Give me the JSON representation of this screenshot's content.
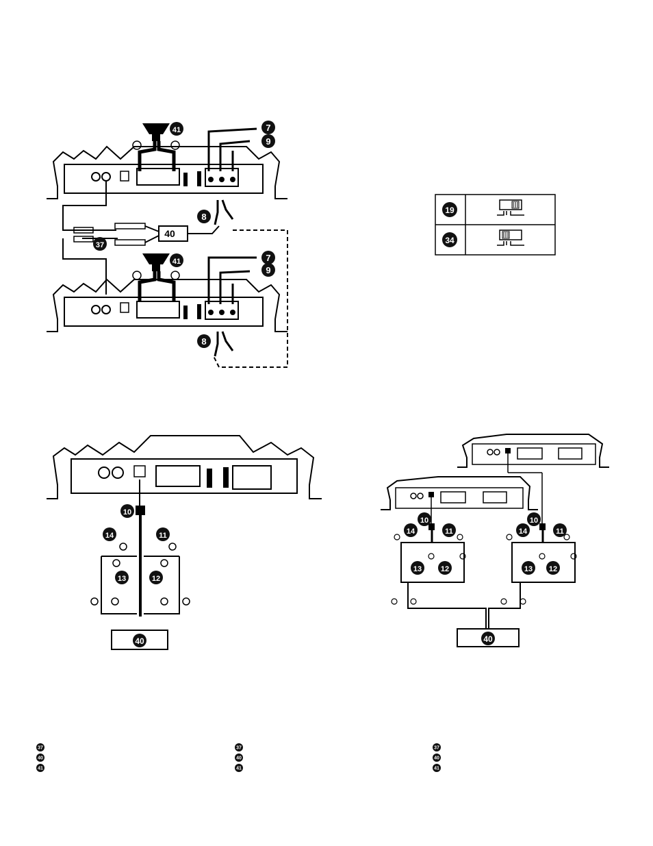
{
  "colors": {
    "ink": "#000000",
    "paper": "#ffffff",
    "badge": "#111111",
    "wire": "#8a8a8a"
  },
  "diagram_top": {
    "callouts": [
      {
        "id": "c41a",
        "label": "41"
      },
      {
        "id": "c7a",
        "label": "7"
      },
      {
        "id": "c9a",
        "label": "9"
      },
      {
        "id": "c8a",
        "label": "8"
      },
      {
        "id": "c40a",
        "label": "40"
      },
      {
        "id": "c37a",
        "label": "37"
      },
      {
        "id": "c41b",
        "label": "41"
      },
      {
        "id": "c7b",
        "label": "7"
      },
      {
        "id": "c9b",
        "label": "9"
      },
      {
        "id": "c8b",
        "label": "8"
      }
    ]
  },
  "switch_table": {
    "rows": [
      {
        "label": "19",
        "switch_icon": "switch-right-icon"
      },
      {
        "label": "34",
        "switch_icon": "switch-left-icon"
      }
    ]
  },
  "diagram_single": {
    "callouts": [
      {
        "id": "s10",
        "label": "10"
      },
      {
        "id": "s14",
        "label": "14"
      },
      {
        "id": "s11",
        "label": "11"
      },
      {
        "id": "s13",
        "label": "13"
      },
      {
        "id": "s12",
        "label": "12"
      }
    ],
    "box_label": "40"
  },
  "diagram_dual": {
    "callouts": [
      {
        "id": "d10a",
        "label": "10"
      },
      {
        "id": "d14a",
        "label": "14"
      },
      {
        "id": "d11a",
        "label": "11"
      },
      {
        "id": "d13a",
        "label": "13"
      },
      {
        "id": "d12a",
        "label": "12"
      },
      {
        "id": "d10b",
        "label": "10"
      },
      {
        "id": "d14b",
        "label": "14"
      },
      {
        "id": "d11b",
        "label": "11"
      },
      {
        "id": "d13b",
        "label": "13"
      },
      {
        "id": "d12b",
        "label": "12"
      }
    ],
    "box_label": "40"
  },
  "legend_columns": [
    {
      "items": [
        "37",
        "40",
        "41"
      ]
    },
    {
      "items": [
        "37",
        "40",
        "41"
      ]
    },
    {
      "items": [
        "37",
        "40",
        "41"
      ]
    }
  ]
}
